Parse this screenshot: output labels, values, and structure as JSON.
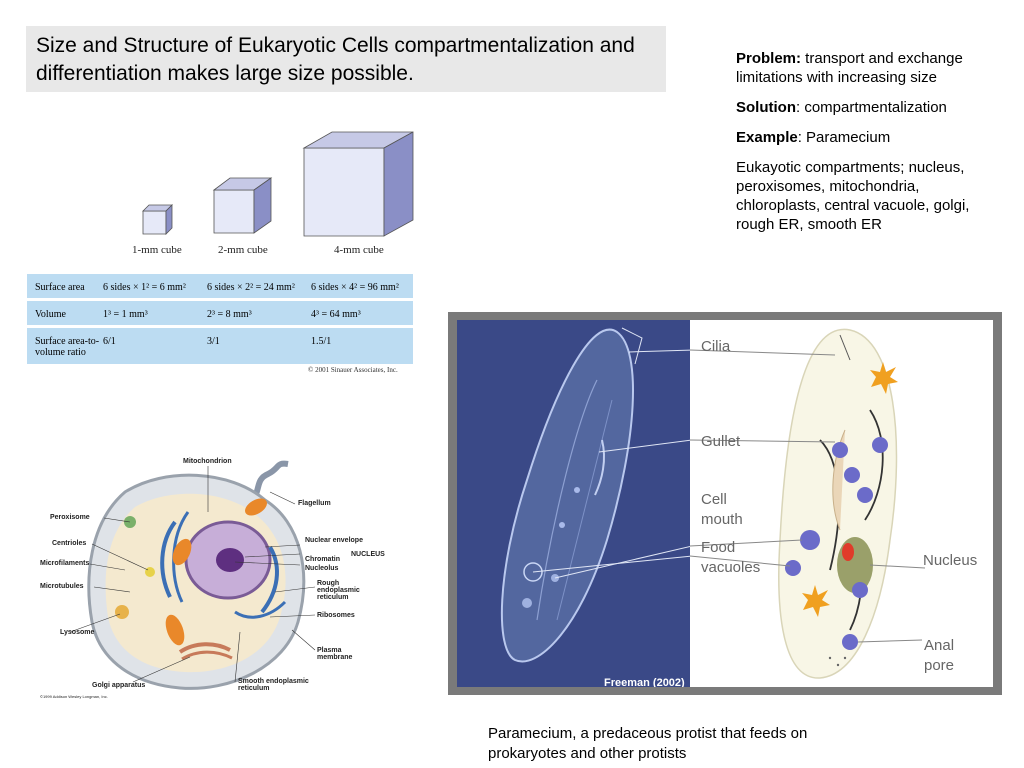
{
  "slide": {
    "title": "Size and Structure of Eukaryotic Cells  compartmentalization and  differentiation makes large size possible.",
    "problem_label": "Problem:",
    "problem_text": " transport and exchange limitations with increasing size",
    "solution_label": "Solution",
    "solution_text": ": compartmentalization",
    "example_label": "Example",
    "example_text": ": Paramecium",
    "compartments_text": "Eukayotic compartments; nucleus, peroxisomes, mitochondria, chloroplasts, central vacuole, golgi, rough ER, smooth ER",
    "caption": "Paramecium, a predaceous protist that feeds on prokaryotes and other protists"
  },
  "cube_figure": {
    "labels": [
      "1-mm cube",
      "2-mm cube",
      "4-mm cube"
    ],
    "rows": [
      [
        "Surface area",
        "6 sides × 1² = 6 mm²",
        "6 sides × 2² = 24 mm²",
        "6 sides × 4² = 96 mm²"
      ],
      [
        "Volume",
        "1³ = 1 mm³",
        "2³ = 8 mm³",
        "4³ = 64 mm³"
      ],
      [
        "Surface area-to-volume ratio",
        "6/1",
        "3/1",
        "1.5/1"
      ]
    ],
    "copyright": "© 2001 Sinauer Associates, Inc.",
    "colors": {
      "cube_front": "#e6e9f8",
      "cube_side": "#8a8fc6",
      "table_row": "#bcdcf2"
    }
  },
  "cell_figure": {
    "labels": {
      "mitochondrion": "Mitochondrion",
      "flagellum": "Flagellum",
      "peroxisome": "Peroxisome",
      "nuclear_envelope": "Nuclear envelope",
      "chromatin": "Chromatin",
      "nucleolus": "Nucleolus",
      "nucleus": "NUCLEUS",
      "centrioles": "Centrioles",
      "microfilaments": "Microfilaments",
      "microtubules": "Microtubules",
      "rough_er": "Rough endoplasmic reticulum",
      "ribosomes": "Ribosomes",
      "lysosome": "Lysosome",
      "plasma_membrane": "Plasma membrane",
      "golgi": "Golgi apparatus",
      "smooth_er": "Smooth endoplasmic reticulum",
      "credit": "©1999 Addison Wesley Longman, Inc."
    }
  },
  "paramecium_figure": {
    "labels": {
      "cilia": "Cilia",
      "gullet": "Gullet",
      "cell_mouth_1": "Cell",
      "cell_mouth_2": "mouth",
      "food_vacuoles_1": "Food",
      "food_vacuoles_2": "vacuoles",
      "nucleus": "Nucleus",
      "anal_pore_1": "Anal",
      "anal_pore_2": "pore"
    },
    "credit": "Freeman (2002)"
  }
}
